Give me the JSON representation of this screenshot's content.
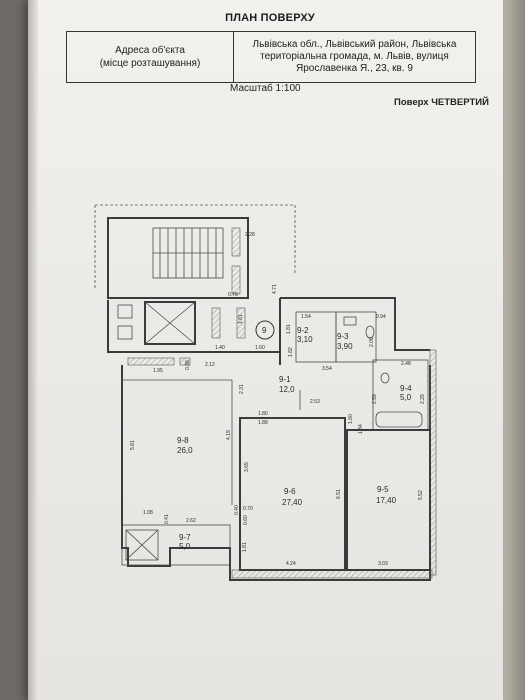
{
  "header": {
    "title": "ПЛАН ПОВЕРХУ",
    "address_label_1": "Адреса об'єкта",
    "address_label_2": "(місце розташування)",
    "address_line_1": "Львівська обл., Львівський район, Львівська",
    "address_line_2": "територіальна громада, м. Львів, вулиця",
    "address_line_3": "Ярославенка Я., 23, кв. 9",
    "scale": "Масштаб 1:100",
    "floor": "Поверх ЧЕТВЕРТИЙ"
  },
  "plan": {
    "unit_marker": "9",
    "rooms": [
      {
        "id": "9-1",
        "area": "12,0"
      },
      {
        "id": "9-2",
        "area": "3,10"
      },
      {
        "id": "9-3",
        "area": "3,90"
      },
      {
        "id": "9-4",
        "area": "5,0"
      },
      {
        "id": "9-5",
        "area": "17,40"
      },
      {
        "id": "9-6",
        "area": "27,40"
      },
      {
        "id": "9-7",
        "area": "5,0"
      },
      {
        "id": "9-8",
        "area": "26,0"
      }
    ],
    "dimensions": {
      "d_228": "2.28",
      "d_471": "4.71",
      "d_078": "0.78",
      "d_181": "1.81",
      "d_154": "1.54",
      "d_094": "0.94",
      "d_181b": "1.81",
      "d_140": "1.40",
      "d_160": "1.60",
      "d_182": "1.82",
      "d_208": "2.08",
      "d_354": "3.54",
      "d_038": "0.38",
      "d_212": "2.12",
      "d_195": "1.95",
      "d_231": "2.31",
      "d_253": "2.53",
      "d_180": "1.80",
      "d_188": "1.88",
      "d_180b": "1.80",
      "d_134": "1.34",
      "d_248": "2.48",
      "d_259": "2.59",
      "d_229": "2.29",
      "d_581": "5.81",
      "d_419": "4.19",
      "d_365": "3.65",
      "d_651": "6.51",
      "d_552": "5.52",
      "d_108": "1.08",
      "d_262": "2.62",
      "d_041": "0.41",
      "d_040": "0.40",
      "d_070": "0.70",
      "d_060": "0.60",
      "d_181c": "1.81",
      "d_424": "4.24",
      "d_303": "3.03"
    }
  }
}
